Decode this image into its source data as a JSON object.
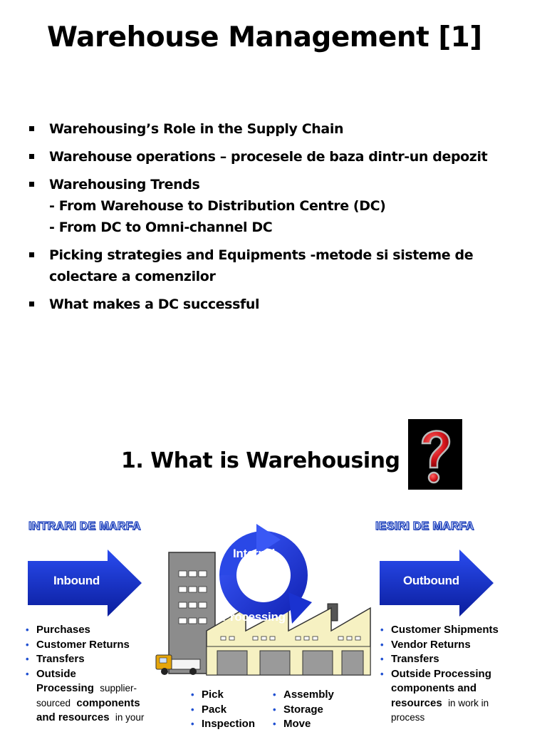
{
  "slide": {
    "title": "Warehouse Management [1]",
    "bullets": [
      {
        "lines": [
          "Warehousing’s Role in  the Supply Chain"
        ]
      },
      {
        "lines": [
          "Warehouse operations – procesele de baza dintr-un depozit"
        ]
      },
      {
        "lines": [
          "Warehousing Trends",
          "- From Warehouse to Distribution Centre (DC)",
          "- From DC to Omni-channel DC"
        ]
      },
      {
        "lines": [
          "Picking strategies and Equipments -metode si sisteme de",
          "colectare a comenzilor"
        ]
      },
      {
        "lines": [
          "What makes a DC successful"
        ]
      }
    ]
  },
  "section": {
    "title": "1. What is Warehousing",
    "question_icon": "question-mark-icon"
  },
  "diagram": {
    "inbound_heading": "INTRARI DE MARFA",
    "outbound_heading": "IESIRI DE MARFA",
    "inbound_label": "Inbound",
    "outbound_label": "Outbound",
    "cycle_top": "Internal",
    "cycle_bottom": "Processing",
    "inbound_items": {
      "purchases": "Purchases",
      "customer_returns": "Customer Returns",
      "transfers": "Transfers",
      "outside": "Outside",
      "processing": "Processing",
      "supplier": "supplier-",
      "sourced": "sourced",
      "components": "components",
      "and_resources": "and resources",
      "in_your": "in your"
    },
    "center_items": {
      "pick": "Pick",
      "pack": "Pack",
      "inspection": "Inspection",
      "assembly": "Assembly",
      "storage": "Storage",
      "move": "Move"
    },
    "outbound_items": {
      "customer_shipments": "Customer Shipments",
      "vendor_returns": "Vendor Returns",
      "transfers": "Transfers",
      "outside_processing": "Outside Processing",
      "components_and": "components  and",
      "resources": "resources",
      "in_work_in": "in work in",
      "process": "process"
    },
    "colors": {
      "arrow_blue": "#1532c8",
      "cycle_blue": "#1f3fd8",
      "bullet_blue": "#1f4fd1",
      "building_cream": "#f6f1c2",
      "tower_gray": "#8c8c8c",
      "truck_yellow": "#e5a50a",
      "question_red": "#d4141a"
    }
  }
}
